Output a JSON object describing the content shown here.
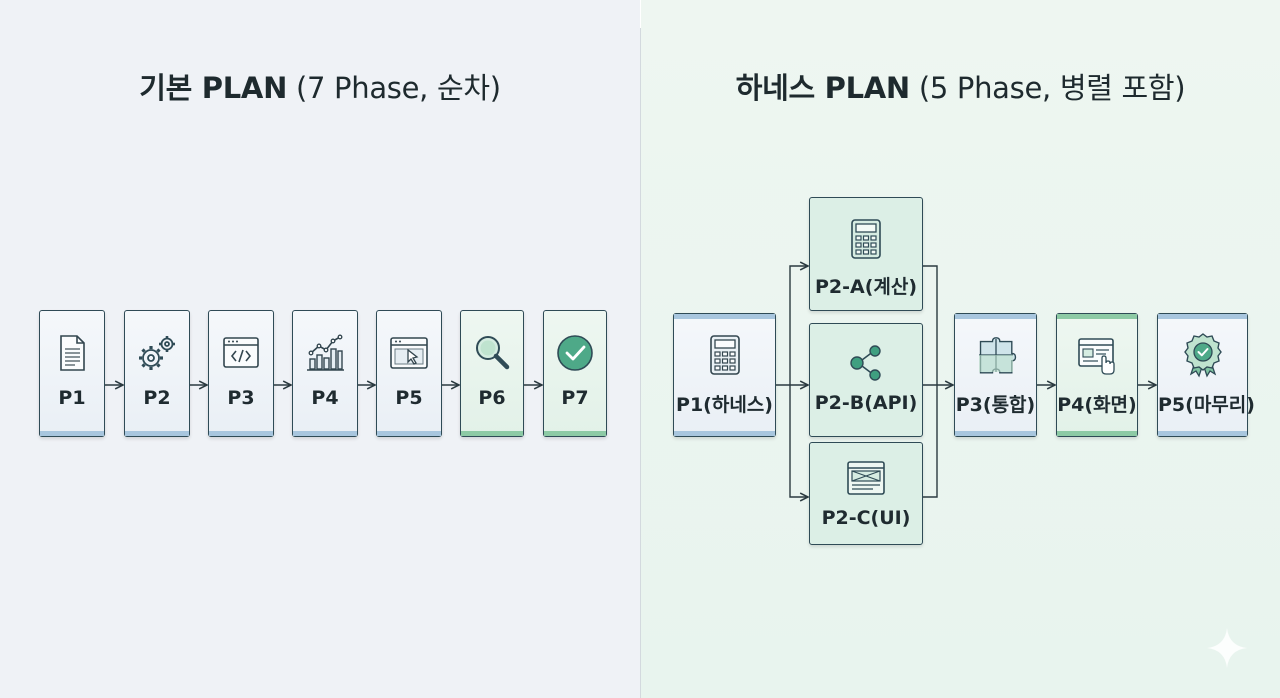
{
  "basic_plan": {
    "title_bold": "기본 PLAN",
    "title_rest": "(7 Phase, 순차)",
    "phases": [
      {
        "label": "P1",
        "icon": "document-icon"
      },
      {
        "label": "P2",
        "icon": "gears-icon"
      },
      {
        "label": "P3",
        "icon": "code-window-icon"
      },
      {
        "label": "P4",
        "icon": "bar-chart-icon"
      },
      {
        "label": "P5",
        "icon": "browser-cursor-icon"
      },
      {
        "label": "P6",
        "icon": "magnifier-icon"
      },
      {
        "label": "P7",
        "icon": "check-circle-icon"
      }
    ]
  },
  "harness_plan": {
    "title_bold": "하네스 PLAN",
    "title_rest": "(5 Phase, 병렬 포함)",
    "p1": {
      "label": "P1(하네스)",
      "icon": "calculator-icon"
    },
    "parallel": [
      {
        "label": "P2-A(계산)",
        "icon": "calculator-icon"
      },
      {
        "label": "P2-B(API)",
        "icon": "share-nodes-icon"
      },
      {
        "label": "P2-C(UI)",
        "icon": "ui-layout-icon"
      }
    ],
    "p3": {
      "label": "P3(통합)",
      "icon": "puzzle-icon"
    },
    "p4": {
      "label": "P4(화면)",
      "icon": "screen-touch-icon"
    },
    "p5": {
      "label": "P5(마무리)",
      "icon": "award-badge-icon"
    }
  },
  "colors": {
    "left_bg": "#eff2f6",
    "right_bg": "#e8f4ee",
    "card_border": "#2f4b56",
    "blue_strip": "#a8c6de",
    "green_strip": "#8dcaa5",
    "icon_teal": "#3f9f80"
  }
}
